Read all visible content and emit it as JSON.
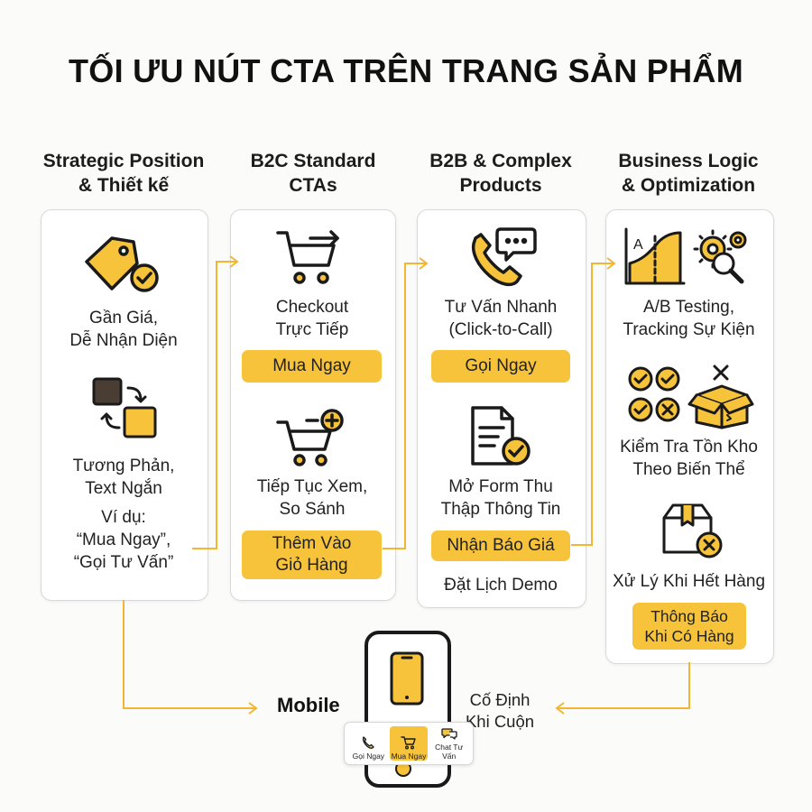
{
  "title": "TỐI ƯU NÚT CTA TRÊN TRANG SẢN PHẨM",
  "colors": {
    "accent": "#f6c33b",
    "stroke": "#1a1a1a",
    "line": "#f2b632"
  },
  "columns": [
    {
      "head": [
        "Strategic Position",
        "& Thiết kế"
      ],
      "items": [
        {
          "icon": "price-tag-check-icon",
          "text": [
            "Gần Giá,",
            "Dễ Nhận Diện"
          ]
        },
        {
          "icon": "contrast-squares-icon",
          "text": [
            "Tương Phản,",
            "Text Ngắn"
          ]
        }
      ],
      "example": [
        "Ví dụ:",
        "“Mua Ngay”,",
        "“Gọi Tư Vấn”"
      ]
    },
    {
      "head": [
        "B2C Standard",
        "CTAs"
      ],
      "items": [
        {
          "icon": "cart-arrow-icon",
          "text": [
            "Checkout",
            "Trực Tiếp"
          ],
          "button": [
            "Mua Ngay"
          ]
        },
        {
          "icon": "cart-plus-icon",
          "text": [
            "Tiếp Tục Xem,",
            "So Sánh"
          ],
          "button": [
            "Thêm Vào",
            "Giỏ Hàng"
          ]
        }
      ]
    },
    {
      "head": [
        "B2B & Complex",
        "Products"
      ],
      "items": [
        {
          "icon": "phone-chat-icon",
          "text": [
            "Tư Vấn Nhanh",
            "(Click-to-Call)"
          ],
          "button": [
            "Gọi Ngay"
          ]
        },
        {
          "icon": "form-check-icon",
          "text": [
            "Mở Form Thu",
            "Thập Thông Tin"
          ],
          "button": [
            "Nhận Báo Giá"
          ]
        }
      ],
      "footer": "Đặt Lịch Demo"
    },
    {
      "head": [
        "Business Logic",
        "& Optimization"
      ],
      "items": [
        {
          "icon": "ab-test-chart-icon",
          "text": [
            "A/B Testing,",
            "Tracking Sự Kiện"
          ]
        },
        {
          "icon": "stock-check-icon",
          "text": [
            "Kiểm Tra Tồn Kho",
            "Theo Biến Thể"
          ]
        },
        {
          "icon": "out-of-stock-box-icon",
          "text": [
            "Xử Lý Khi Hết Hàng"
          ],
          "button": [
            "Thông Báo",
            "Khi Có Hàng"
          ]
        }
      ]
    }
  ],
  "mobile": {
    "label": "Mobile",
    "sticky": [
      "Cố Định",
      "Khi Cuộn"
    ],
    "bar": [
      "Gọi Ngay",
      "Mua Ngay",
      "Chat Tư Vấn"
    ]
  }
}
